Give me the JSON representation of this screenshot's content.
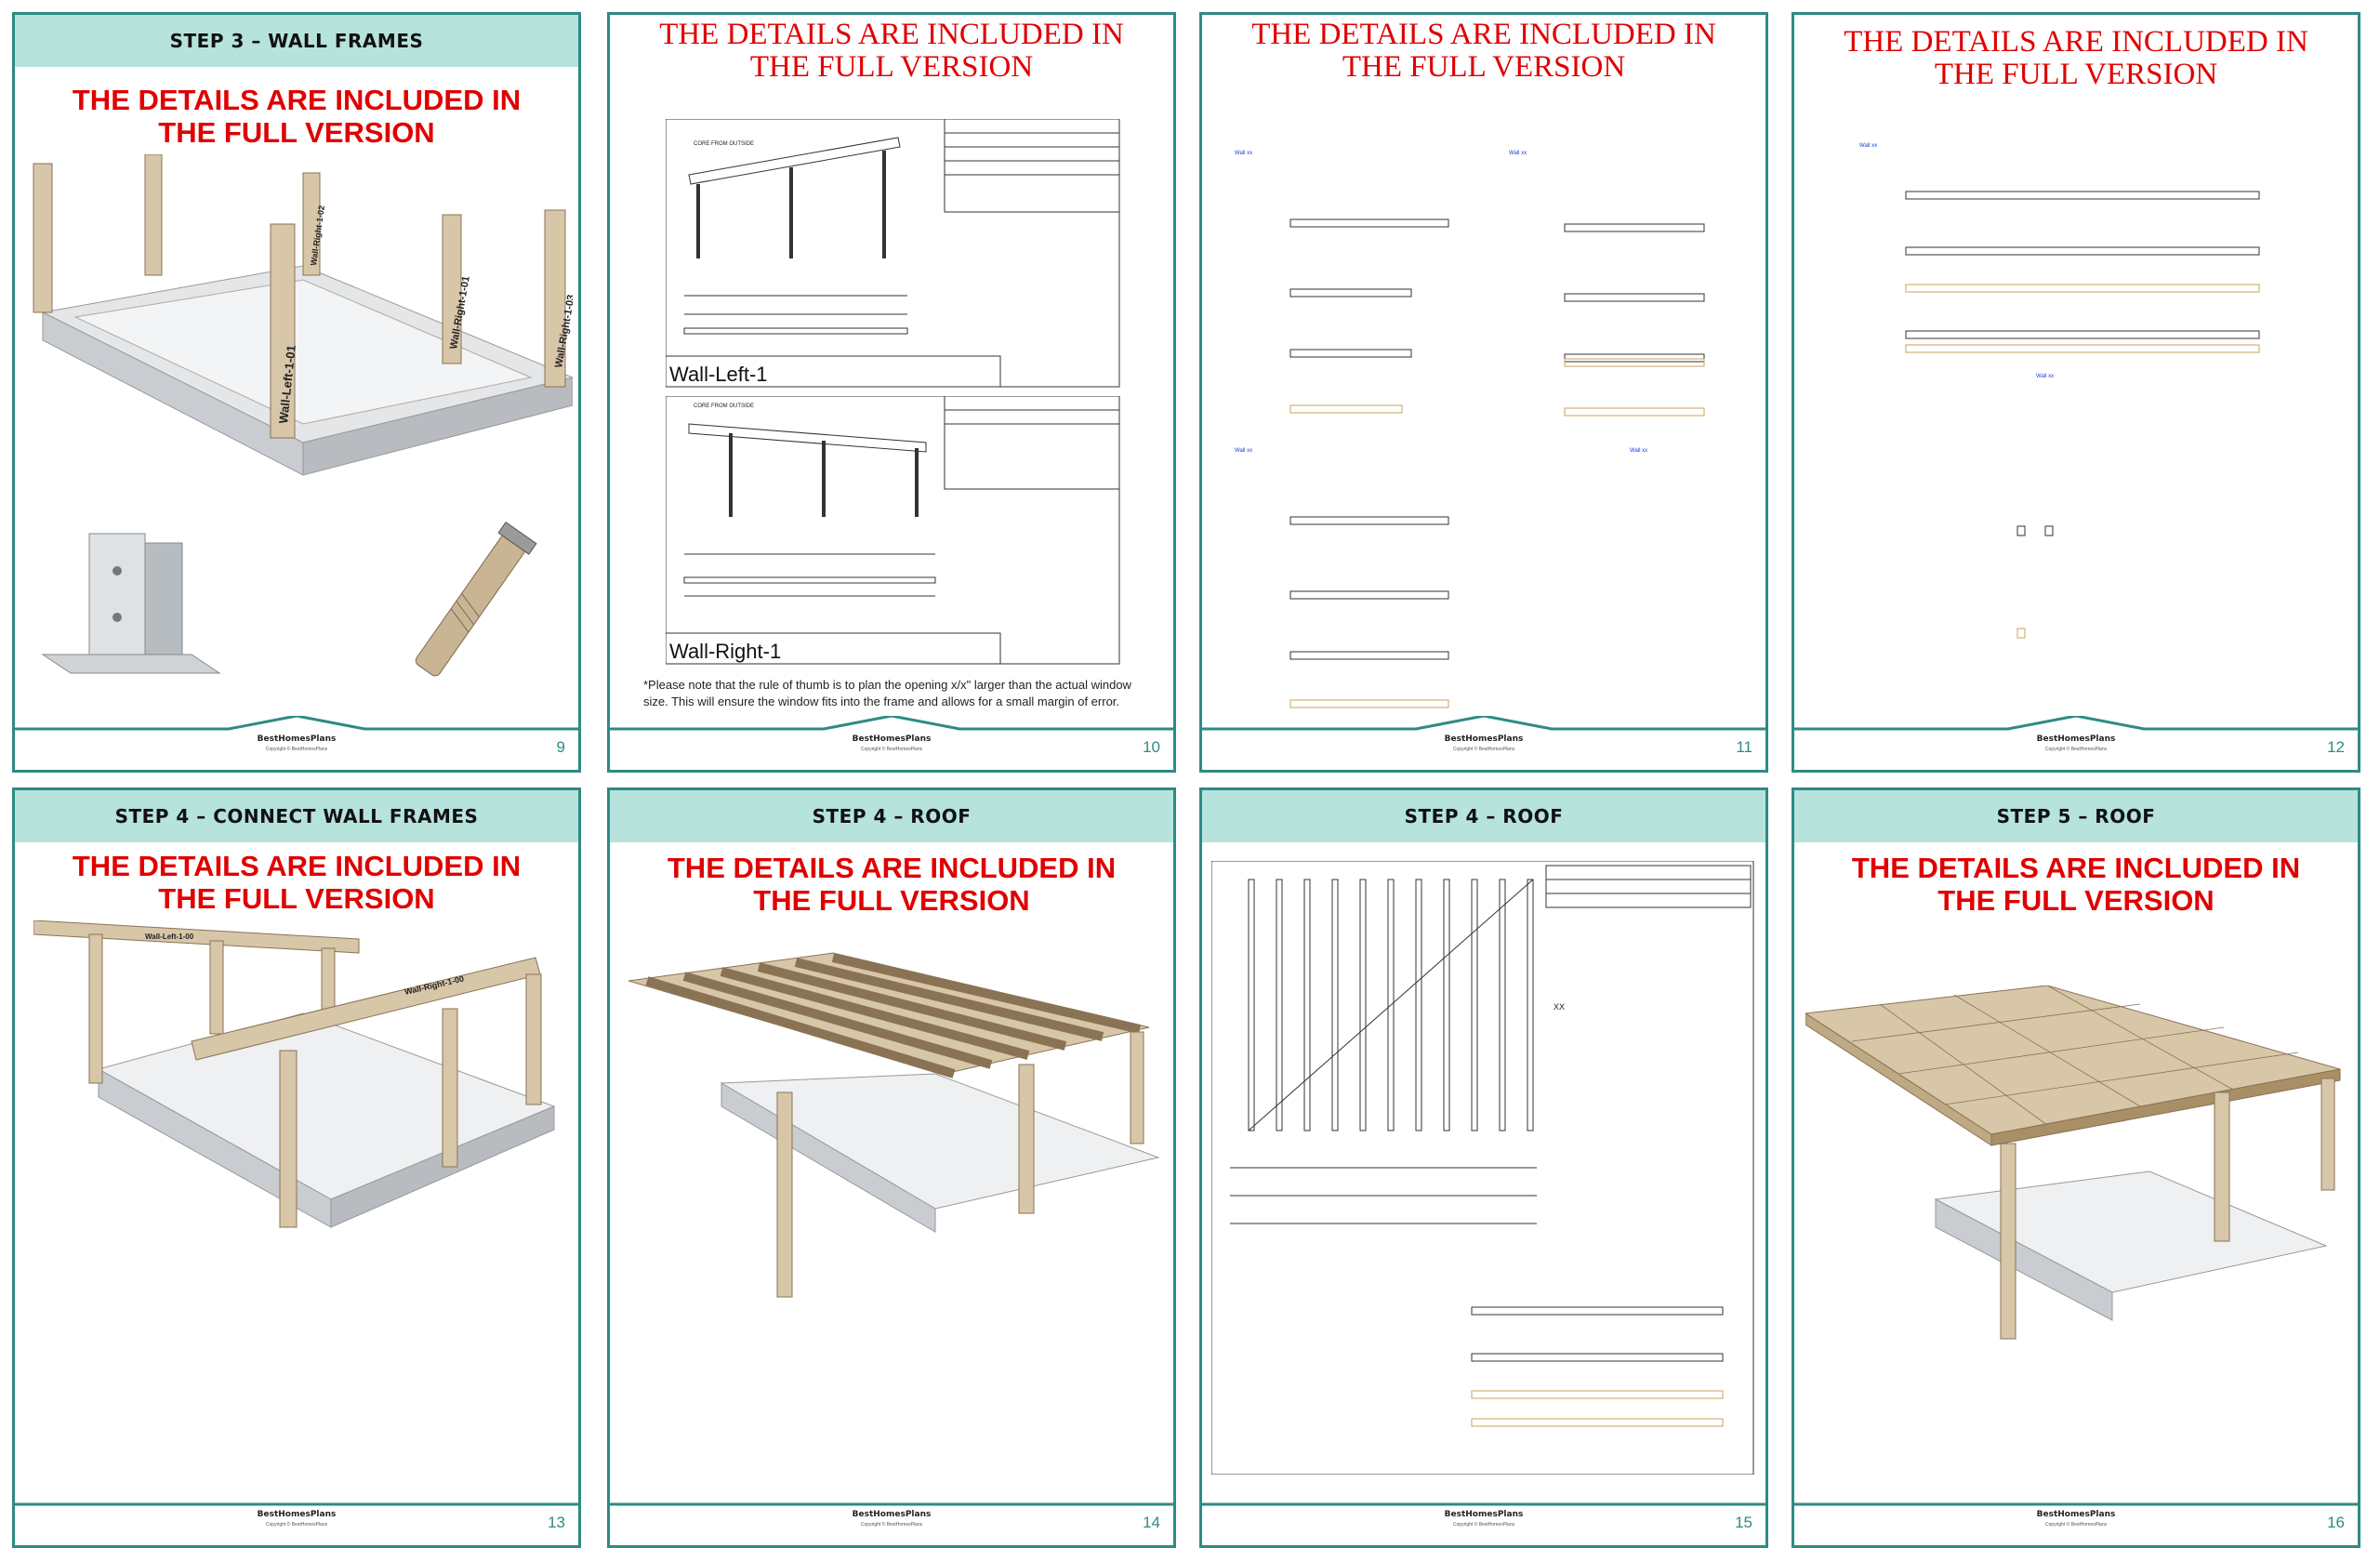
{
  "notice_text": "THE DETAILS ARE INCLUDED IN THE FULL VERSION",
  "footer": {
    "brand": "BestHomesPlans",
    "copyright": "Copyright © BestHomesPlans"
  },
  "pages": [
    {
      "number": "9",
      "header": "STEP 3 – WALL FRAMES"
    },
    {
      "number": "10",
      "header": ""
    },
    {
      "number": "11",
      "header": ""
    },
    {
      "number": "12",
      "header": ""
    },
    {
      "number": "13",
      "header": "STEP 4 – CONNECT WALL FRAMES"
    },
    {
      "number": "14",
      "header": "STEP 4 – ROOF"
    },
    {
      "number": "15",
      "header": "STEP 4 – ROOF"
    },
    {
      "number": "16",
      "header": "STEP 5 – ROOF"
    }
  ],
  "page10": {
    "sheet1": "Wall-Left-1",
    "sheet2": "Wall-Right-1",
    "view_label": "CORE FROM OUTSIDE",
    "note": "*Please note that the rule of thumb is to plan the opening x/x\" larger than the actual window size. This will ensure the window fits into the frame and allows for a small margin of error."
  },
  "page9": {
    "posts": [
      "Wall-Right-1-01",
      "Wall-Right-1-02",
      "Wall-Right-1-03",
      "Wall-Left-1-01"
    ]
  },
  "page13": {
    "beams": [
      "Wall-Left-1-00",
      "Wall-Right-1-00"
    ]
  },
  "page15": {
    "dim": "XX"
  },
  "colors": {
    "accent": "#2e8b84",
    "header_bg": "#b6e3dc",
    "notice": "#e00000"
  }
}
